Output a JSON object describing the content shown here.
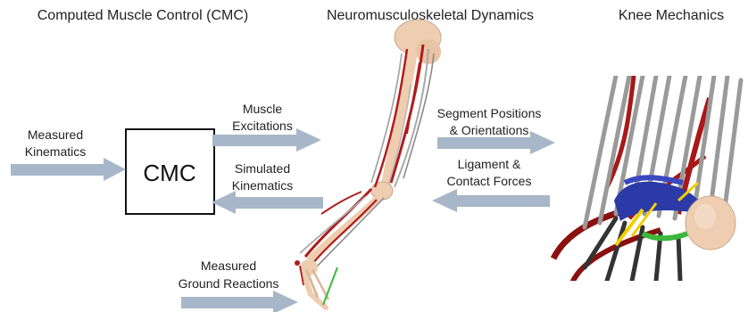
{
  "titles": {
    "left": "Computed Muscle Control (CMC)",
    "center": "Neuromusculoskeletal Dynamics",
    "right": "Knee Mechanics"
  },
  "cmc_box": {
    "label": "CMC"
  },
  "labels": {
    "measured_kinematics": [
      "Measured",
      "Kinematics"
    ],
    "muscle_excitations": [
      "Muscle",
      "Excitations"
    ],
    "simulated_kinematics": [
      "Simulated",
      "Kinematics"
    ],
    "measured_ground_reactions": [
      "Measured",
      "Ground Reactions"
    ],
    "segment_positions": [
      "Segment Positions",
      "& Orientations"
    ],
    "ligament_forces": [
      "Ligament &",
      "Contact Forces"
    ]
  },
  "colors": {
    "arrow": "#a7b7c9",
    "muscle_red": "#b01c1c",
    "tendon_gray": "#a9a9a9",
    "bone": "#eecdb0",
    "ligament_blue": "#2c3aa8",
    "contact_yellow": "#f0d000",
    "contact_green": "#3bb83b",
    "text": "#222222"
  }
}
